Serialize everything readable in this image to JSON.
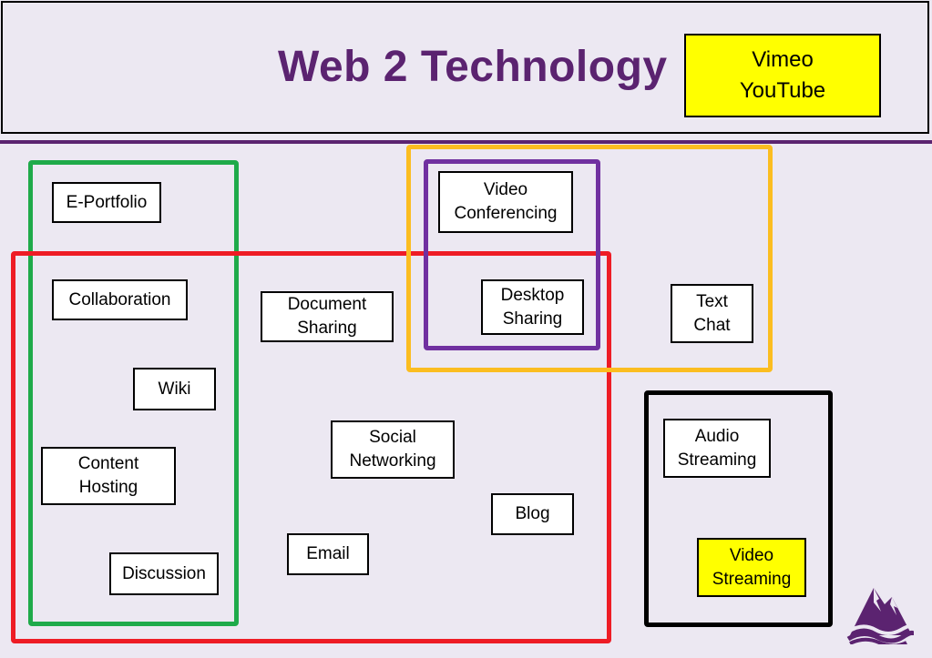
{
  "title": "Web 2 Technology",
  "vimeo_box": "Vimeo\nYouTube",
  "items": {
    "eportfolio": "E-Portfolio",
    "collaboration": "Collaboration",
    "wiki": "Wiki",
    "content_hosting": "Content\nHosting",
    "discussion": "Discussion",
    "document_sharing": "Document\nSharing",
    "social_networking": "Social\nNetworking",
    "email": "Email",
    "blog": "Blog",
    "video_conferencing": "Video\nConferencing",
    "desktop_sharing": "Desktop\nSharing",
    "text_chat": "Text\nChat",
    "audio_streaming": "Audio\nStreaming",
    "video_streaming": "Video\nStreaming"
  },
  "colors": {
    "title": "#5b2370",
    "green": "#1faa4a",
    "red": "#ee1c25",
    "orange": "#fbbd20",
    "purple": "#7030a0",
    "black": "#000000",
    "highlight": "#ffff00"
  }
}
